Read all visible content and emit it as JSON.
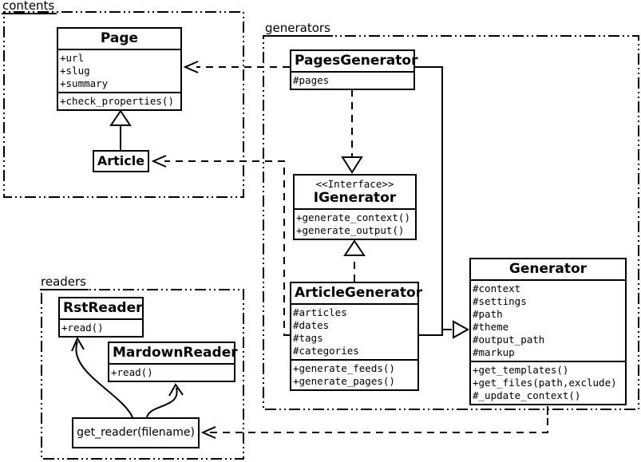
{
  "diagram": {
    "background": "#ffffff",
    "line_color": "#000000",
    "type": "uml-class-diagram"
  },
  "packages": {
    "contents": {
      "label": "contents"
    },
    "generators": {
      "label": "generators"
    },
    "readers": {
      "label": "readers"
    }
  },
  "classes": {
    "page": {
      "title": "Page",
      "attributes": [
        "+url",
        "+slug",
        "+summary"
      ],
      "methods": [
        "+check_properties()"
      ]
    },
    "article": {
      "title": "Article"
    },
    "pages_generator": {
      "title": "PagesGenerator",
      "attributes": [
        "#pages"
      ]
    },
    "igenerator": {
      "stereotype": "<<Interface>>",
      "title": "IGenerator",
      "methods": [
        "+generate_context()",
        "+generate_output()"
      ]
    },
    "article_generator": {
      "title": "ArticleGenerator",
      "attributes": [
        "#articles",
        "#dates",
        "#tags",
        "#categories"
      ],
      "methods": [
        "+generate_feeds()",
        "+generate_pages()"
      ]
    },
    "generator": {
      "title": "Generator",
      "attributes": [
        "#context",
        "#settings",
        "#path",
        "#theme",
        "#output_path",
        "#markup"
      ],
      "methods": [
        "+get_templates()",
        "+get_files(path,exclude)",
        "#_update_context()"
      ]
    },
    "rst_reader": {
      "title": "RstReader",
      "methods": [
        "+read()"
      ]
    },
    "markdown_reader": {
      "title": "MardownReader",
      "methods": [
        "+read()"
      ]
    },
    "get_reader": {
      "label": "get_reader(filename)"
    }
  },
  "relationships": [
    "PagesGenerator ..> Page (dashed dependency)",
    "ArticleGenerator ..> Article (dashed dependency)",
    "Article --|> Page (generalization)",
    "PagesGenerator ..|> IGenerator (realization)",
    "ArticleGenerator ..|> IGenerator (realization)",
    "PagesGenerator --|> Generator (generalization)",
    "ArticleGenerator --|> Generator (generalization)",
    "Generator ..> get_reader (dashed dependency)",
    "get_reader -> RstReader (curved arrow)",
    "get_reader -> MardownReader (curved arrow)"
  ]
}
